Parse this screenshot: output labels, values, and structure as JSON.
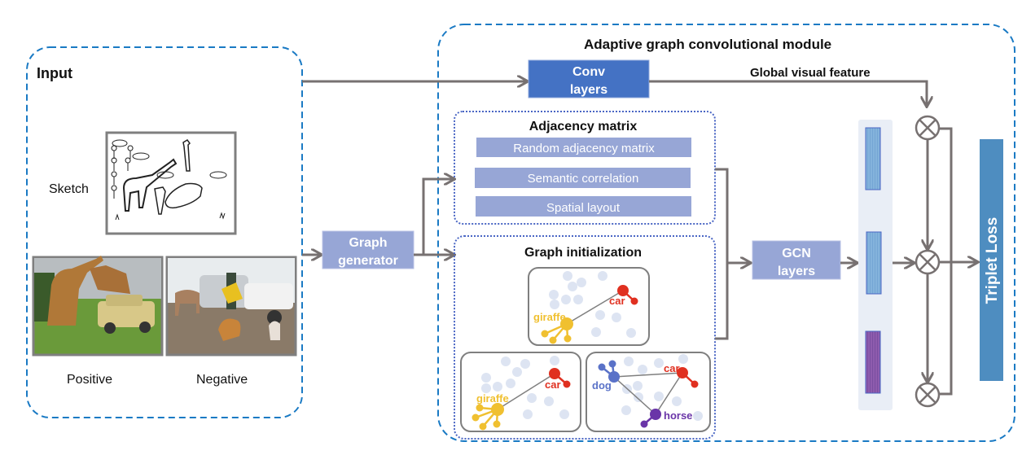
{
  "input_panel": {
    "title": "Input",
    "sketch_label": "Sketch",
    "positive_label": "Positive",
    "negative_label": "Negative"
  },
  "module": {
    "title": "Adaptive graph convolutional module",
    "conv_layers": [
      "Conv",
      "layers"
    ],
    "global_feature_label": "Global visual feature",
    "graph_generator": [
      "Graph",
      "generator"
    ],
    "gcn_layers": [
      "GCN",
      "layers"
    ],
    "adjacency": {
      "title": "Adjacency matrix",
      "items": [
        "Random adjacency matrix",
        "Semantic correlation",
        "Spatial layout"
      ]
    },
    "graph_init": {
      "title": "Graph initialization",
      "node_labels": {
        "giraffe": "giraffe",
        "car": "car",
        "dog": "dog",
        "horse": "horse"
      }
    }
  },
  "loss_label": "Triplet Loss",
  "colors": {
    "dashed_border": "#1a7ac4",
    "dotted_border": "#4a66c4",
    "conv_block": "#4472c4",
    "light_block": "#97a6d6",
    "triplet_block": "#4e8dc0",
    "arrow": "#777171",
    "giraffe": "#f0c030",
    "car": "#e03020",
    "dog": "#5a72c8",
    "horse": "#6a35a8",
    "bg_node": "#dde4f2",
    "feature_blue": "#7fb0dc",
    "feature_purple": "#8a5aaa"
  }
}
